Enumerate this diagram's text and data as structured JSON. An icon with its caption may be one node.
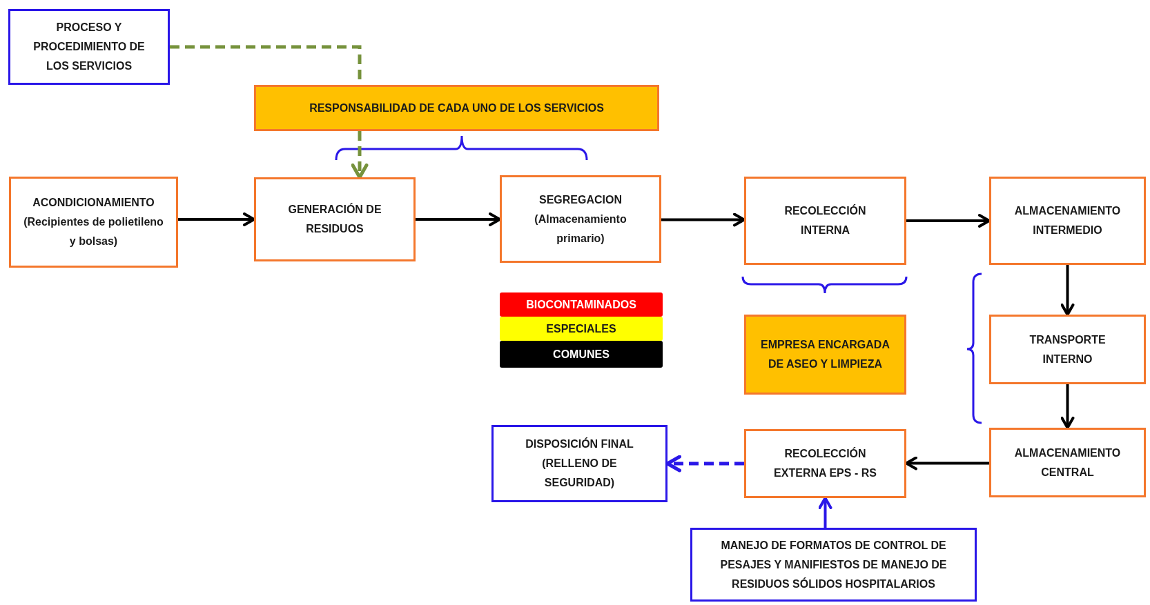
{
  "diagram": {
    "nodes": [
      {
        "text": [
          "PROCESO Y PROCEDIMIENTO DE LOS SERVICIOS"
        ]
      },
      {
        "text": [
          "RESPONSABILIDAD DE CADA UNO DE LOS SERVICIOS"
        ]
      },
      {
        "text": [
          "ACONDICIONAMIENTO (Recipientes de polietileno y bolsas)"
        ]
      },
      {
        "text": [
          "GENERACIÓN DE RESIDUOS"
        ]
      },
      {
        "text": [
          "SEGREGACION (Almacenamiento primario)"
        ]
      },
      {
        "text": [
          "RECOLECCIÓN INTERNA"
        ]
      },
      {
        "text": [
          "ALMACENAMIENTO INTERMEDIO"
        ]
      },
      {
        "text": [
          "BIOCONTAMINADOS"
        ]
      },
      {
        "text": [
          "ESPECIALES"
        ]
      },
      {
        "text": [
          "COMUNES"
        ]
      },
      {
        "text": [
          "EMPRESA ENCARGADA DE ASEO Y LIMPIEZA"
        ]
      },
      {
        "text": [
          "TRANSPORTE INTERNO"
        ]
      },
      {
        "text": [
          "DISPOSICIÓN FINAL (RELLENO DE SEGURIDAD)"
        ]
      },
      {
        "text": [
          "RECOLECCIÓN EXTERNA EPS - RS"
        ]
      },
      {
        "text": [
          "ALMACENAMIENTO CENTRAL"
        ]
      },
      {
        "text": [
          "MANEJO DE FORMATOS DE CONTROL DE PESAJES Y MANIFIESTOS DE MANEJO DE RESIDUOS SÓLIDOS HOSPITALARIOS"
        ]
      }
    ],
    "edges": [
      {
        "from": 0,
        "to": 1,
        "arrow": "none",
        "style": "dashed",
        "color": "#76923c"
      },
      {
        "from": 1,
        "to": 3,
        "arrow": "to",
        "style": "dashed",
        "color": "#76923c"
      },
      {
        "from": 2,
        "to": 3,
        "arrow": "to"
      },
      {
        "from": 3,
        "to": 4,
        "arrow": "to"
      },
      {
        "from": 4,
        "to": 5,
        "arrow": "to"
      },
      {
        "from": 5,
        "to": 6,
        "arrow": "to"
      },
      {
        "from": 6,
        "to": 11,
        "arrow": "to"
      },
      {
        "from": 11,
        "to": 14,
        "arrow": "to"
      },
      {
        "from": 14,
        "to": 13,
        "arrow": "to"
      },
      {
        "from": 13,
        "to": 12,
        "arrow": "to",
        "style": "dashed",
        "color": "#2a17e8"
      },
      {
        "from": 15,
        "to": 13,
        "arrow": "to",
        "color": "#2a17e8"
      }
    ]
  }
}
